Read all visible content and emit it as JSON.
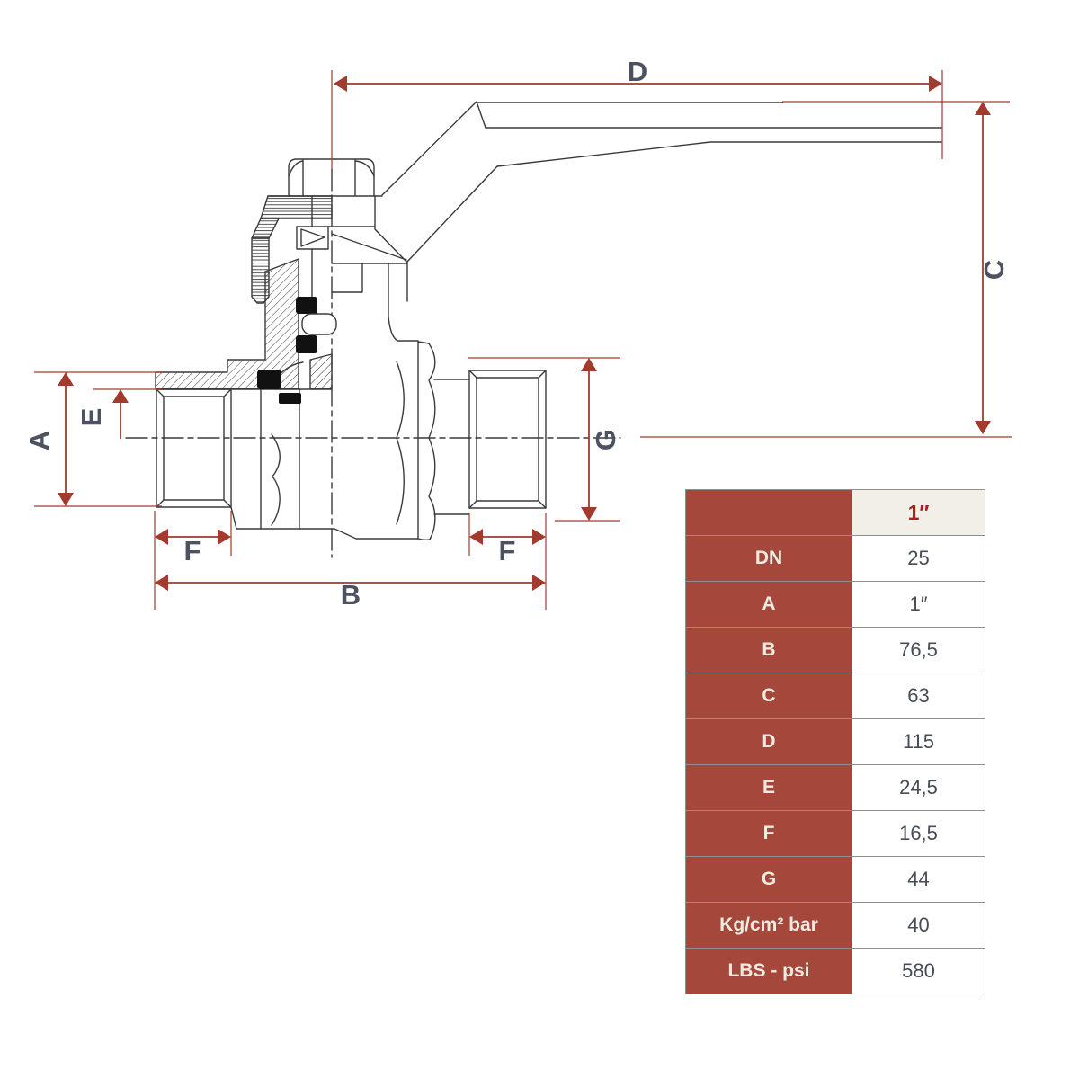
{
  "drawing": {
    "type": "ball-valve cross-section technical drawing",
    "dimension_labels": {
      "A": "A",
      "B": "B",
      "C": "C",
      "D": "D",
      "E": "E",
      "F_left": "F",
      "F_right": "F",
      "G": "G"
    },
    "colors": {
      "line": "#3a3a3a",
      "dimension_red": "#a23a2e",
      "label_text": "#4d5260"
    }
  },
  "table": {
    "header": {
      "size_label": "1″"
    },
    "rows": [
      {
        "label": "DN",
        "value": "25"
      },
      {
        "label": "A",
        "value": "1″"
      },
      {
        "label": "B",
        "value": "76,5"
      },
      {
        "label": "C",
        "value": "63"
      },
      {
        "label": "D",
        "value": "115"
      },
      {
        "label": "E",
        "value": "24,5"
      },
      {
        "label": "F",
        "value": "16,5"
      },
      {
        "label": "G",
        "value": "44"
      },
      {
        "label": "Kg/cm² bar",
        "value": "40"
      },
      {
        "label": "LBS - psi",
        "value": "580"
      }
    ],
    "colors": {
      "header_bg": "#a5483b",
      "header_value_bg": "#f2efe8",
      "accent_red": "#b01c24",
      "label_text": "#f0ebe0",
      "value_text": "#474c55",
      "border": "#8f8f8f"
    }
  }
}
